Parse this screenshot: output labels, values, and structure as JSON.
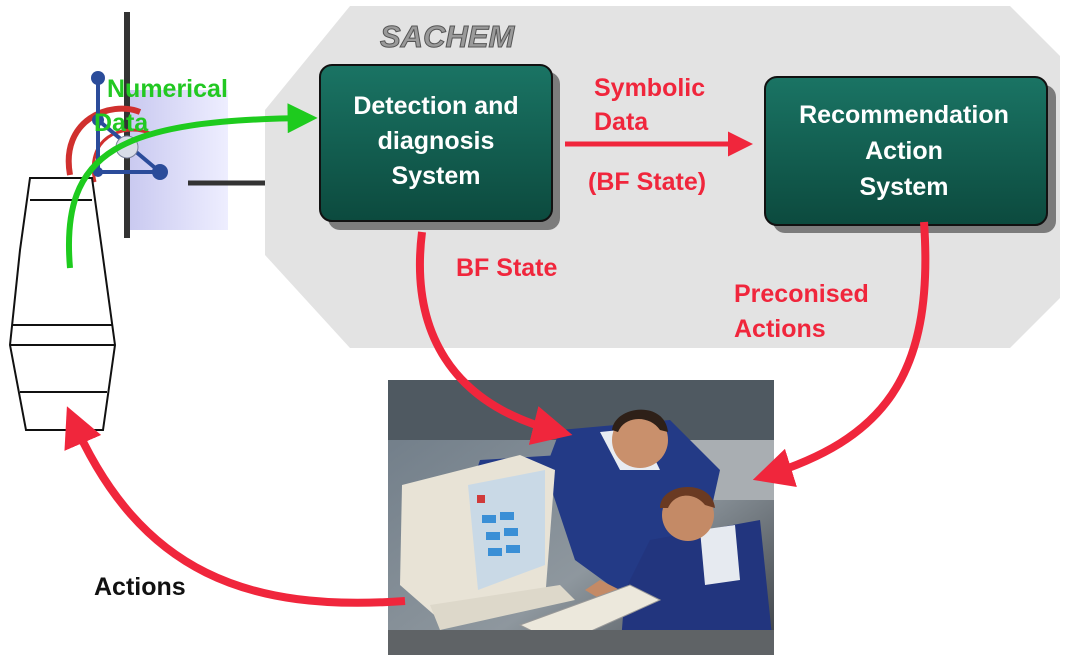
{
  "diagram": {
    "system_name": "SACHEM",
    "boxes": {
      "detection": {
        "lines": [
          "Detection and",
          "diagnosis",
          "System"
        ]
      },
      "recommendation": {
        "lines": [
          "Recommendation",
          "Action",
          "System"
        ]
      }
    },
    "labels": {
      "numerical": [
        "Numerical",
        "Data"
      ],
      "symbolic": [
        "Symbolic",
        "Data"
      ],
      "bf_state_paren": "(BF State)",
      "bf_state": "BF State",
      "preconised": [
        "Preconised",
        "Actions"
      ],
      "actions": "Actions"
    },
    "colors": {
      "box_fill": "#10574a",
      "panel_fill": "#e3e3e3",
      "red_arrow": "#f0263c",
      "green_arrow": "#1ecb1e",
      "text_red": "#f0263c",
      "text_green": "#22c822"
    },
    "icons": {
      "furnace": "blast-furnace-icon",
      "molecule": "molecule-data-icon",
      "photo": "operators-at-computer-photo"
    }
  }
}
